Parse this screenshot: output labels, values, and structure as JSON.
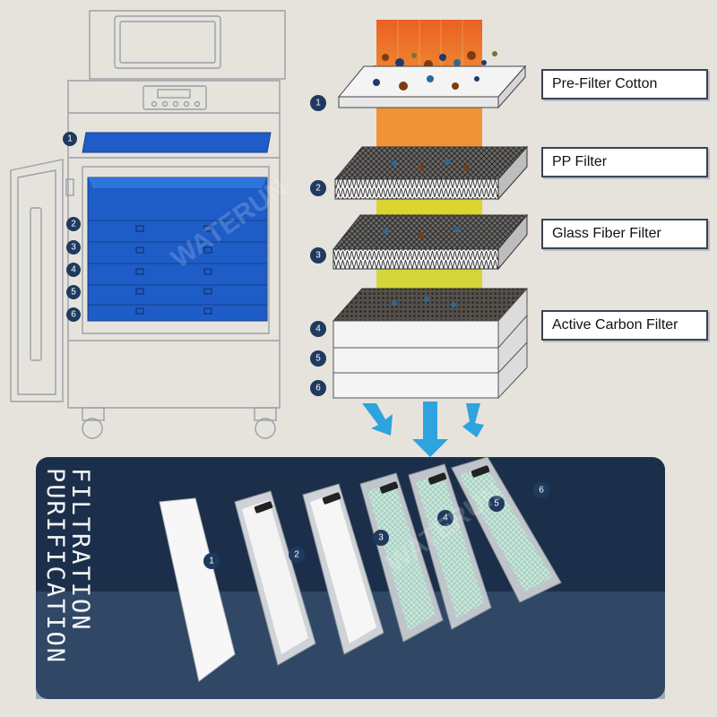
{
  "labels": {
    "pre_filter": "Pre-Filter Cotton",
    "pp_filter": "PP Filter",
    "glass_fiber": "Glass Fiber Filter",
    "active_carbon": "Active Carbon Filter"
  },
  "title": {
    "line1": "FILTRATION",
    "line2": "PURIFICATION"
  },
  "watermark": "WATERUN",
  "numbers": [
    "1",
    "2",
    "3",
    "4",
    "5",
    "6"
  ],
  "colors": {
    "badge": "#1f3a5f",
    "blue_filter": "#1e5cc7",
    "orange_air": "#e86a1c",
    "yellow_air": "#d9d21e",
    "arrow": "#2ea3dd",
    "title_box": "#1c2f4a",
    "label_border": "#3a4452"
  }
}
